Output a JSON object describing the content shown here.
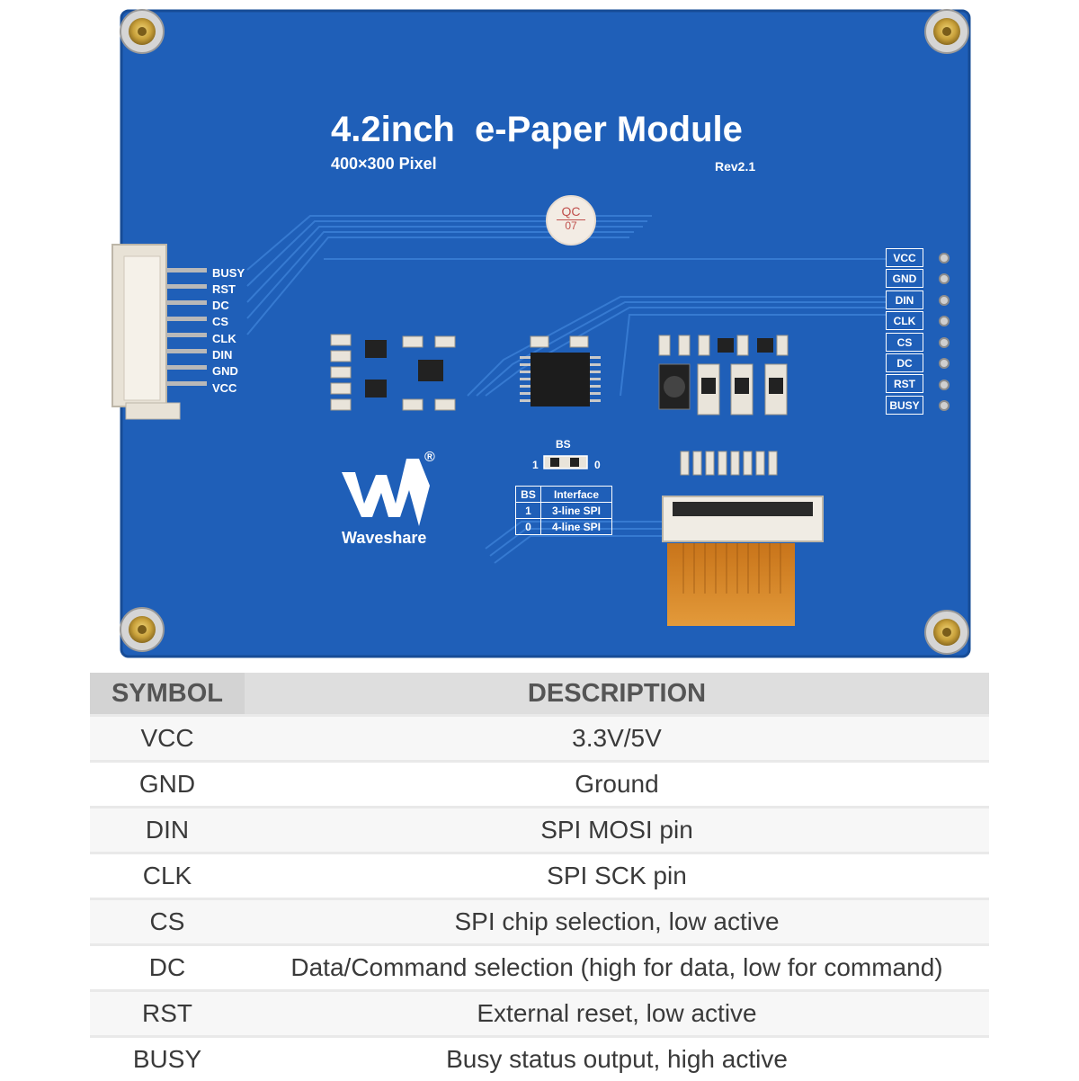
{
  "board": {
    "title": "4.2inch  e-Paper Module",
    "subtitle": "400×300 Pixel",
    "revision": "Rev2.1",
    "qc_top": "QC",
    "qc_bottom": "07",
    "brand": "Waveshare",
    "registered": "®",
    "bs_label": "BS",
    "bs_one": "1",
    "bs_zero": "0",
    "side_pins": [
      "BUSY",
      "RST",
      "DC",
      "CS",
      "CLK",
      "DIN",
      "GND",
      "VCC"
    ],
    "header_pins": [
      "VCC",
      "GND",
      "DIN",
      "CLK",
      "CS",
      "DC",
      "RST",
      "BUSY"
    ],
    "bs_table": {
      "headers": [
        "BS",
        "Interface"
      ],
      "rows": [
        [
          "1",
          "3-line SPI"
        ],
        [
          "0",
          "4-line SPI"
        ]
      ]
    },
    "colors": {
      "pcb": "#1f5fb8",
      "gold": "#c9a13b",
      "fpc": "#d98a28"
    }
  },
  "spec_table": {
    "headers": [
      "SYMBOL",
      "DESCRIPTION"
    ],
    "rows": [
      [
        "VCC",
        "3.3V/5V"
      ],
      [
        "GND",
        "Ground"
      ],
      [
        "DIN",
        "SPI MOSI pin"
      ],
      [
        "CLK",
        "SPI SCK pin"
      ],
      [
        "CS",
        "SPI chip selection, low active"
      ],
      [
        "DC",
        "Data/Command selection (high for data, low for command)"
      ],
      [
        "RST",
        "External reset, low active"
      ],
      [
        "BUSY",
        "Busy status output, high active"
      ]
    ]
  }
}
